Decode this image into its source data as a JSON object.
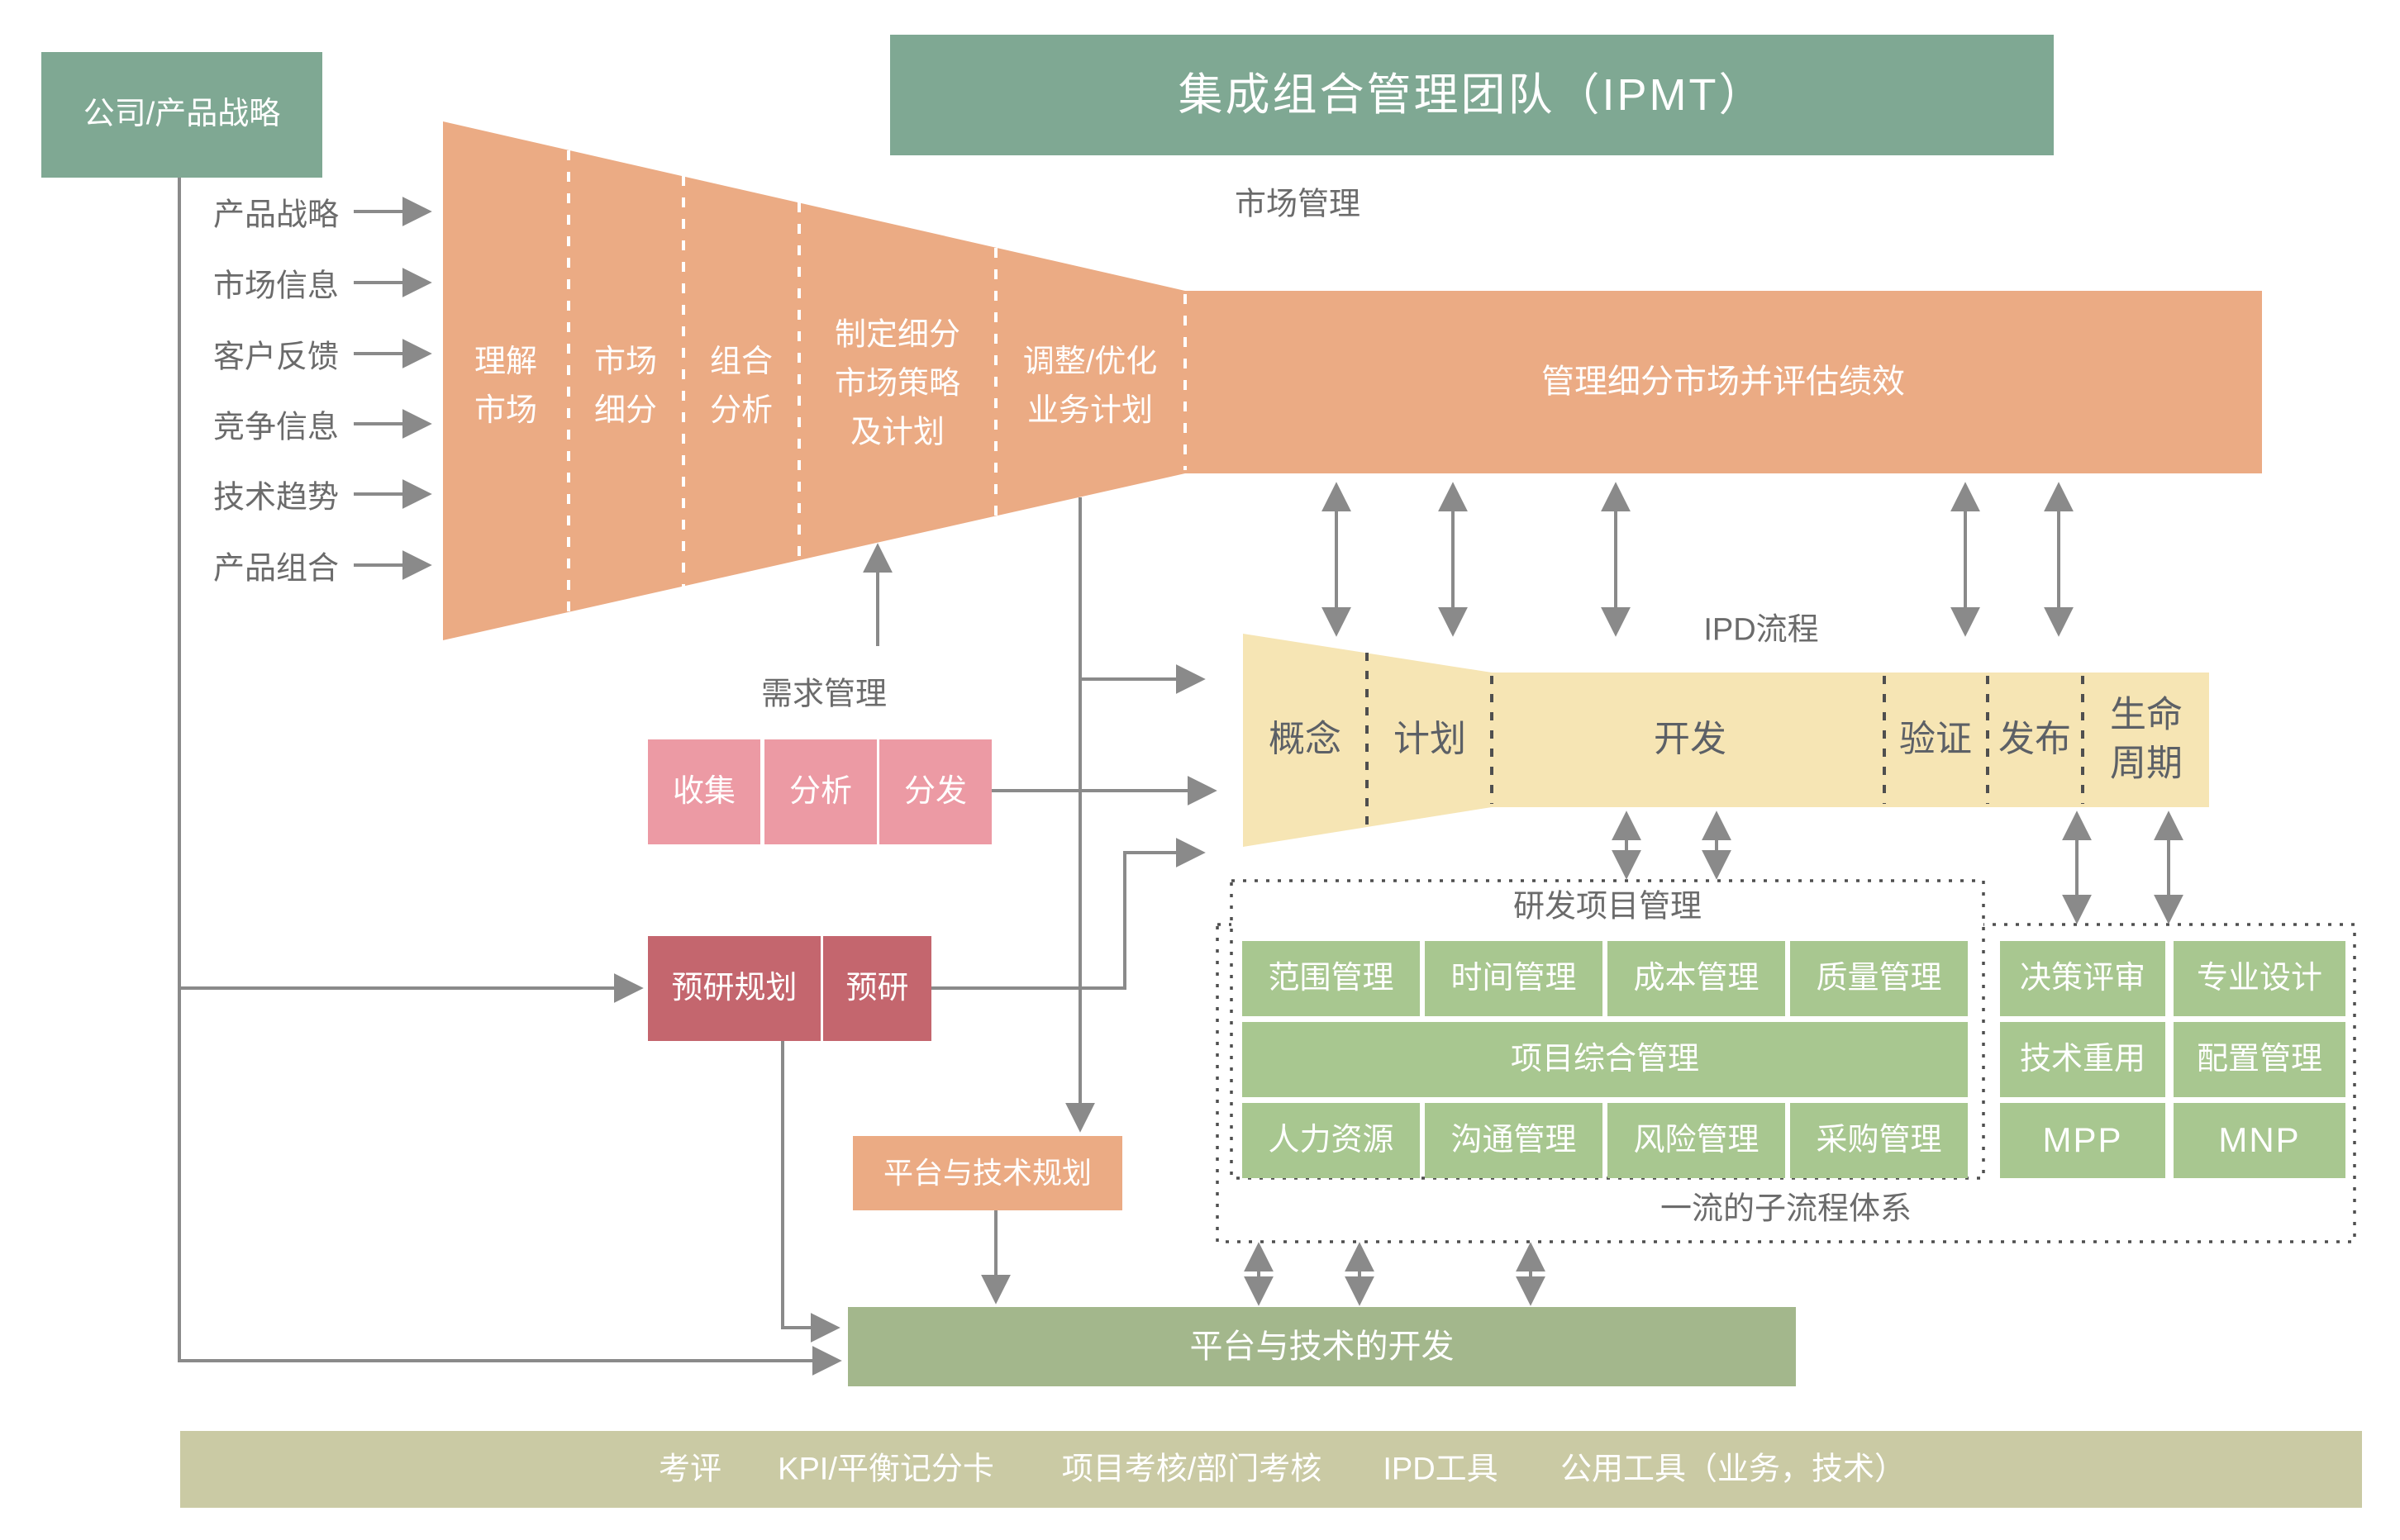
{
  "palette": {
    "green": "#7fa893",
    "orange": "#ebab84",
    "cream": "#f6e5b4",
    "pink": "#ec9aa4",
    "rose": "#c4666e",
    "cell_green": "#a8c790",
    "olive": "#a3b78c",
    "tan": "#cacaa4",
    "line_gray": "#8a8a8a",
    "label_gray": "#6b6b6b"
  },
  "top": {
    "strategy_box": "公司/产品战略",
    "ipmt_title": "集成组合管理团队（IPMT）"
  },
  "inputs": [
    "产品战略",
    "市场信息",
    "客户反馈",
    "竞争信息",
    "技术趋势",
    "产品组合"
  ],
  "market": {
    "label": "市场管理",
    "funnel_stages": [
      "理解\n市场",
      "市场\n细分",
      "组合\n分析",
      "制定细分\n市场策略\n及计划",
      "调整/优化\n业务计划"
    ],
    "bar": "管理细分市场并评估绩效"
  },
  "demand": {
    "label": "需求管理",
    "steps": [
      "收集",
      "分析",
      "分发"
    ]
  },
  "research": {
    "plan": "预研规划",
    "pre": "预研"
  },
  "ipd": {
    "label": "IPD流程",
    "stages": [
      "概念",
      "计划",
      "开发",
      "验证",
      "发布",
      "生命\n周期"
    ]
  },
  "rnd": {
    "title": "研发项目管理",
    "row1": [
      "范围管理",
      "时间管理",
      "成本管理",
      "质量管理"
    ],
    "row2": "项目综合管理",
    "row3": [
      "人力资源",
      "沟通管理",
      "风险管理",
      "采购管理"
    ]
  },
  "subprocess": {
    "label": "一流的子流程体系",
    "cells": [
      [
        "决策评审",
        "专业设计"
      ],
      [
        "技术重用",
        "配置管理"
      ],
      [
        "MPP",
        "MNP"
      ]
    ]
  },
  "platform": {
    "plan": "平台与技术规划",
    "dev": "平台与技术的开发"
  },
  "footer": [
    "考评",
    "KPI/平衡记分卡",
    "项目考核/部门考核",
    "IPD工具",
    "公用工具（业务，技术）"
  ]
}
